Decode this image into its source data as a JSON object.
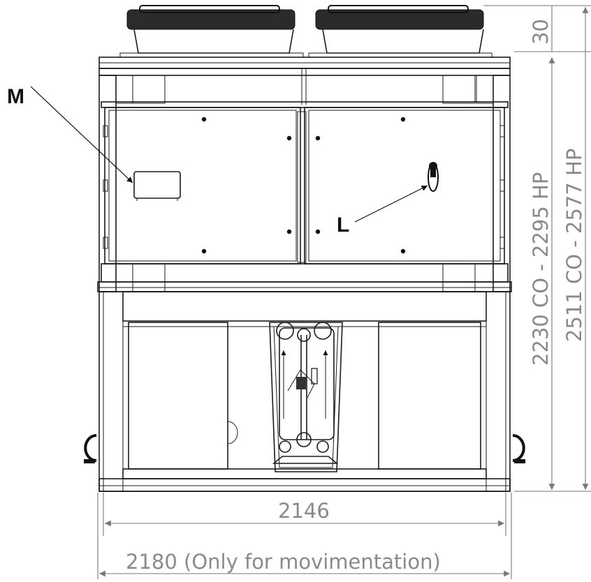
{
  "labels": {
    "m": "M",
    "l": "L"
  },
  "dimensions": {
    "top_offset": "30",
    "height_inner": "2230 CO - 2295 HP",
    "height_total": "2511 CO - 2577 HP",
    "width_main": "2146",
    "width_movimentation": "2180 (Only for movimentation)"
  },
  "colors": {
    "line": "#1a1a1a",
    "dimension": "#777777",
    "dimension_text": "#8a8a8a"
  }
}
